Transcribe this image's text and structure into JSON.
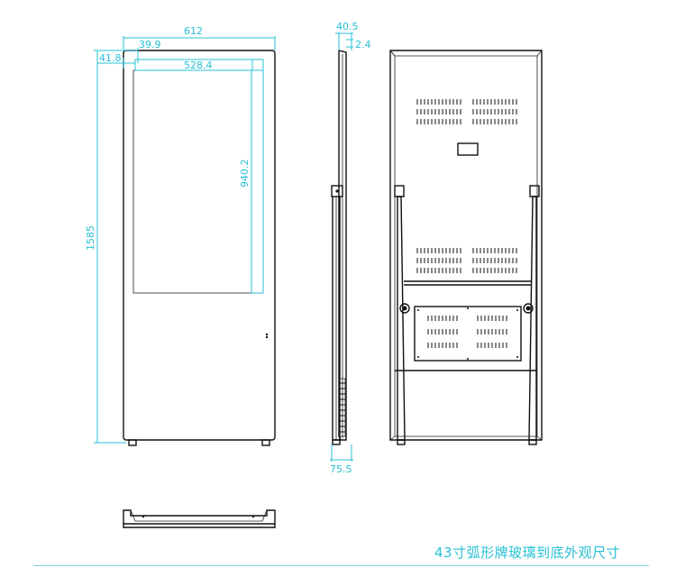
{
  "dimensions": {
    "width": "612",
    "bezel_left": "39.9",
    "bezel_top": "41.8",
    "screen_width": "528.4",
    "screen_height": "940.2",
    "height": "1585",
    "depth_top": "40.5",
    "rim": "2.4",
    "depth_base": "75.5"
  },
  "caption": "43寸弧形牌玻璃到底外观尺寸",
  "colors": {
    "dimension": "#27c0d5",
    "line": "#111111"
  }
}
